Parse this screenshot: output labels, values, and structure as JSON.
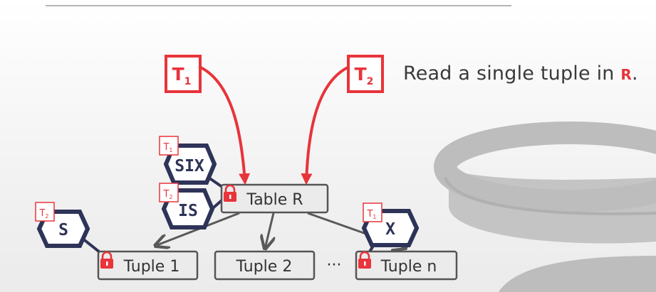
{
  "transactions": [
    {
      "id": "t1",
      "letter": "T",
      "sub": "1"
    },
    {
      "id": "t2",
      "letter": "T",
      "sub": "2"
    }
  ],
  "caption": {
    "text": "Read a single tuple in ",
    "relation": "R",
    "end": "."
  },
  "nodes": {
    "table": "Table R",
    "tuple1": "Tuple 1",
    "tuple2": "Tuple 2",
    "ellipsis": "···",
    "tuplen": "Tuple n"
  },
  "locks": [
    {
      "id": "six",
      "mode": "SIX",
      "owner": {
        "letter": "T",
        "sub": "1"
      }
    },
    {
      "id": "is",
      "mode": "IS",
      "owner": {
        "letter": "T",
        "sub": "2"
      }
    },
    {
      "id": "s",
      "mode": "S",
      "owner": {
        "letter": "T",
        "sub": "2"
      }
    },
    {
      "id": "x",
      "mode": "X",
      "owner": {
        "letter": "T",
        "sub": "1"
      }
    }
  ],
  "colors": {
    "accent": "#e8343a",
    "lock_border": "#2e3358",
    "node_border": "#555555",
    "node_fill": "#ebebeb",
    "tree_edge": "#595959",
    "database_decor": "#bdbdbd"
  },
  "icons": [
    "padlock-icon",
    "database-icon"
  ]
}
